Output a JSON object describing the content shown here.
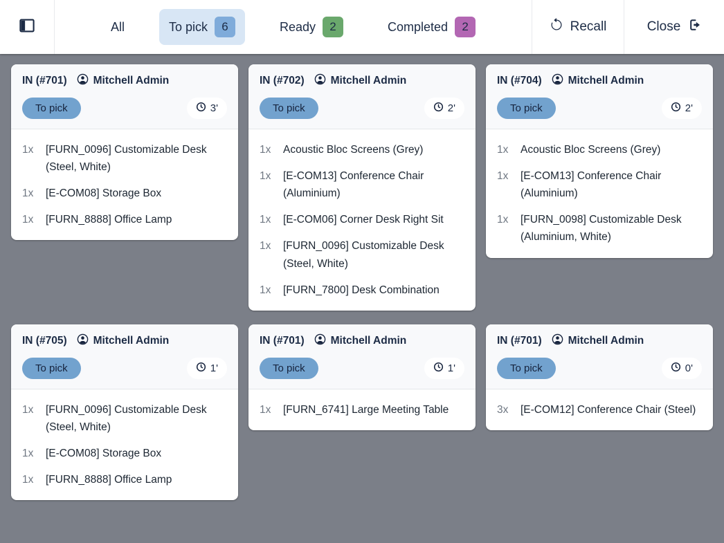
{
  "topbar": {
    "tabs": [
      {
        "label": "All",
        "count": "",
        "active": false
      },
      {
        "label": "To pick",
        "count": "6",
        "active": true,
        "badge_color": "#7fabda"
      },
      {
        "label": "Ready",
        "count": "2",
        "active": false,
        "badge_color": "#6aa86c"
      },
      {
        "label": "Completed",
        "count": "2",
        "active": false,
        "badge_color": "#b367b3"
      }
    ],
    "recall_label": "Recall",
    "close_label": "Close"
  },
  "board": {
    "cards": [
      {
        "reference": "IN (#701)",
        "user": "Mitchell Admin",
        "status": "To pick",
        "time": "3'",
        "lines": [
          {
            "qty": "1x",
            "name": "[FURN_0096] Customizable Desk (Steel, White)"
          },
          {
            "qty": "1x",
            "name": "[E-COM08] Storage Box"
          },
          {
            "qty": "1x",
            "name": "[FURN_8888] Office Lamp"
          }
        ]
      },
      {
        "reference": "IN (#702)",
        "user": "Mitchell Admin",
        "status": "To pick",
        "time": "2'",
        "lines": [
          {
            "qty": "1x",
            "name": "Acoustic Bloc Screens (Grey)"
          },
          {
            "qty": "1x",
            "name": "[E-COM13] Conference Chair (Aluminium)"
          },
          {
            "qty": "1x",
            "name": "[E-COM06] Corner Desk Right Sit"
          },
          {
            "qty": "1x",
            "name": "[FURN_0096] Customizable Desk (Steel, White)"
          },
          {
            "qty": "1x",
            "name": "[FURN_7800] Desk Combination"
          }
        ]
      },
      {
        "reference": "IN (#704)",
        "user": "Mitchell Admin",
        "status": "To pick",
        "time": "2'",
        "lines": [
          {
            "qty": "1x",
            "name": "Acoustic Bloc Screens (Grey)"
          },
          {
            "qty": "1x",
            "name": "[E-COM13] Conference Chair (Aluminium)"
          },
          {
            "qty": "1x",
            "name": "[FURN_0098] Customizable Desk (Aluminium, White)"
          }
        ]
      },
      {
        "reference": "IN (#705)",
        "user": "Mitchell Admin",
        "status": "To pick",
        "time": "1'",
        "lines": [
          {
            "qty": "1x",
            "name": "[FURN_0096] Customizable Desk (Steel, White)"
          },
          {
            "qty": "1x",
            "name": "[E-COM08] Storage Box"
          },
          {
            "qty": "1x",
            "name": "[FURN_8888] Office Lamp"
          }
        ]
      },
      {
        "reference": "IN (#701)",
        "user": "Mitchell Admin",
        "status": "To pick",
        "time": "1'",
        "lines": [
          {
            "qty": "1x",
            "name": "[FURN_6741] Large Meeting Table"
          }
        ]
      },
      {
        "reference": "IN (#701)",
        "user": "Mitchell Admin",
        "status": "To pick",
        "time": "0'",
        "lines": [
          {
            "qty": "3x",
            "name": "[E-COM12] Conference Chair (Steel)"
          }
        ]
      }
    ]
  },
  "colors": {
    "page_background": "#7b7f88",
    "topbar_background": "#ffffff",
    "active_tab_background": "#d8e6f5",
    "active_tab_badge": "#7fabda",
    "ready_badge": "#6aa86c",
    "completed_badge": "#b367b3",
    "status_pill": "#72a2ce",
    "card_header_background": "#f8f9fb",
    "dark_text": "#1c2b45"
  }
}
